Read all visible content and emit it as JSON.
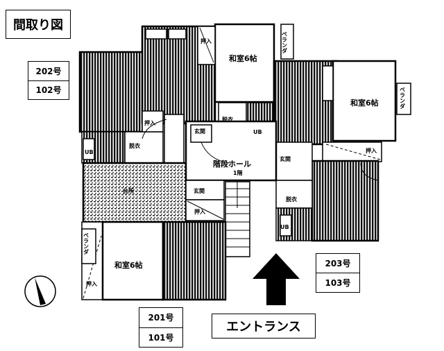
{
  "title": "間取り図",
  "units": {
    "left": [
      "202号",
      "102号"
    ],
    "bottom": [
      "201号",
      "101号"
    ],
    "right": [
      "203号",
      "103号"
    ]
  },
  "entrance": "エントランス",
  "rooms": {
    "washitsu": "和室6帖",
    "oshiire": "押入",
    "genkan": "玄関",
    "datsui": "脱衣",
    "ub": "UB",
    "hall": "階段ホール",
    "hall_floor": "1階",
    "kitchen": "台所",
    "veranda": "ベランダ"
  }
}
